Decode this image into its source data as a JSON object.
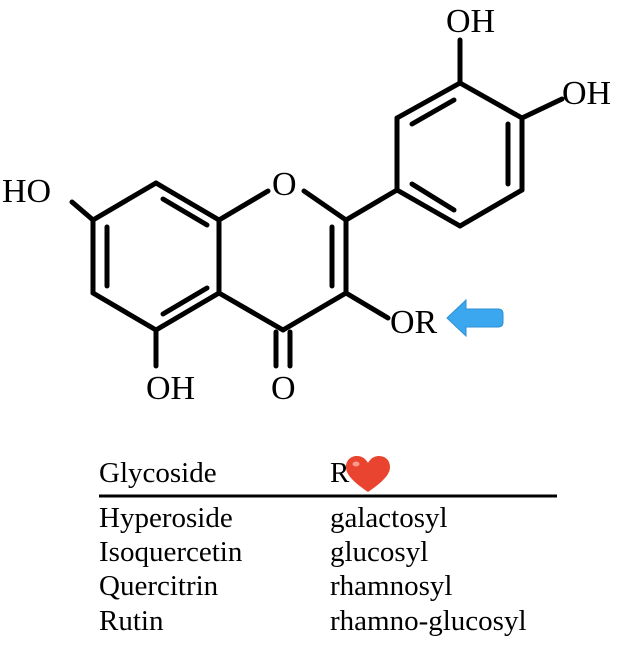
{
  "molecule": {
    "atoms": {
      "oh_top": "OH",
      "oh_right": "OH",
      "oh_left": "HO",
      "oh_bottom": "OH",
      "ring_oxygen": "O",
      "carbonyl_oxygen": "O",
      "or_group": "OR"
    },
    "pointer": {
      "icon": "arrow-left-icon",
      "color": "#3aa7ee"
    }
  },
  "table": {
    "headers": {
      "glycoside": "Glycoside",
      "r": "R"
    },
    "heart": {
      "icon": "heart-icon",
      "color": "#e8442f"
    },
    "rows": [
      {
        "glycoside": "Hyperoside",
        "r": "galactosyl"
      },
      {
        "glycoside": "Isoquercetin",
        "r": "glucosyl"
      },
      {
        "glycoside": "Quercitrin",
        "r": "rhamnosyl"
      },
      {
        "glycoside": "Rutin",
        "r": "rhamno-glucosyl"
      }
    ]
  }
}
